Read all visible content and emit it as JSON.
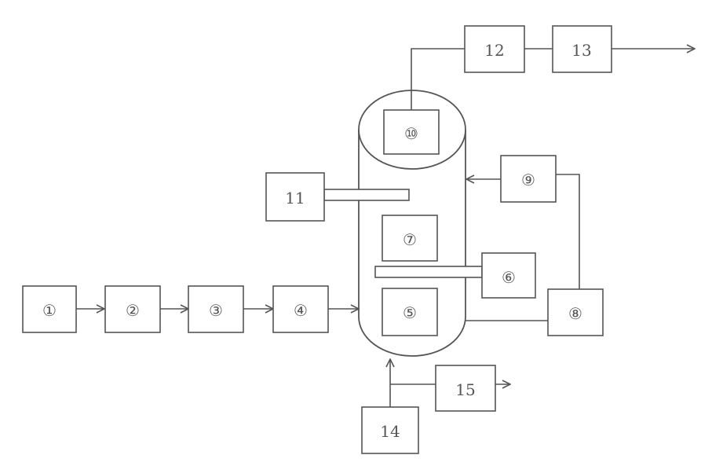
{
  "diagram": {
    "labels": {
      "n1": "①",
      "n2": "②",
      "n3": "③",
      "n4": "④",
      "n5": "⑤",
      "n6": "⑥",
      "n7": "⑦",
      "n8": "⑧",
      "n9": "⑨",
      "n10": "⑩",
      "n11": "11",
      "n12": "12",
      "n13": "13",
      "n14": "14",
      "n15": "15"
    },
    "colors": {
      "stroke": "#555555",
      "background": "#ffffff"
    }
  }
}
